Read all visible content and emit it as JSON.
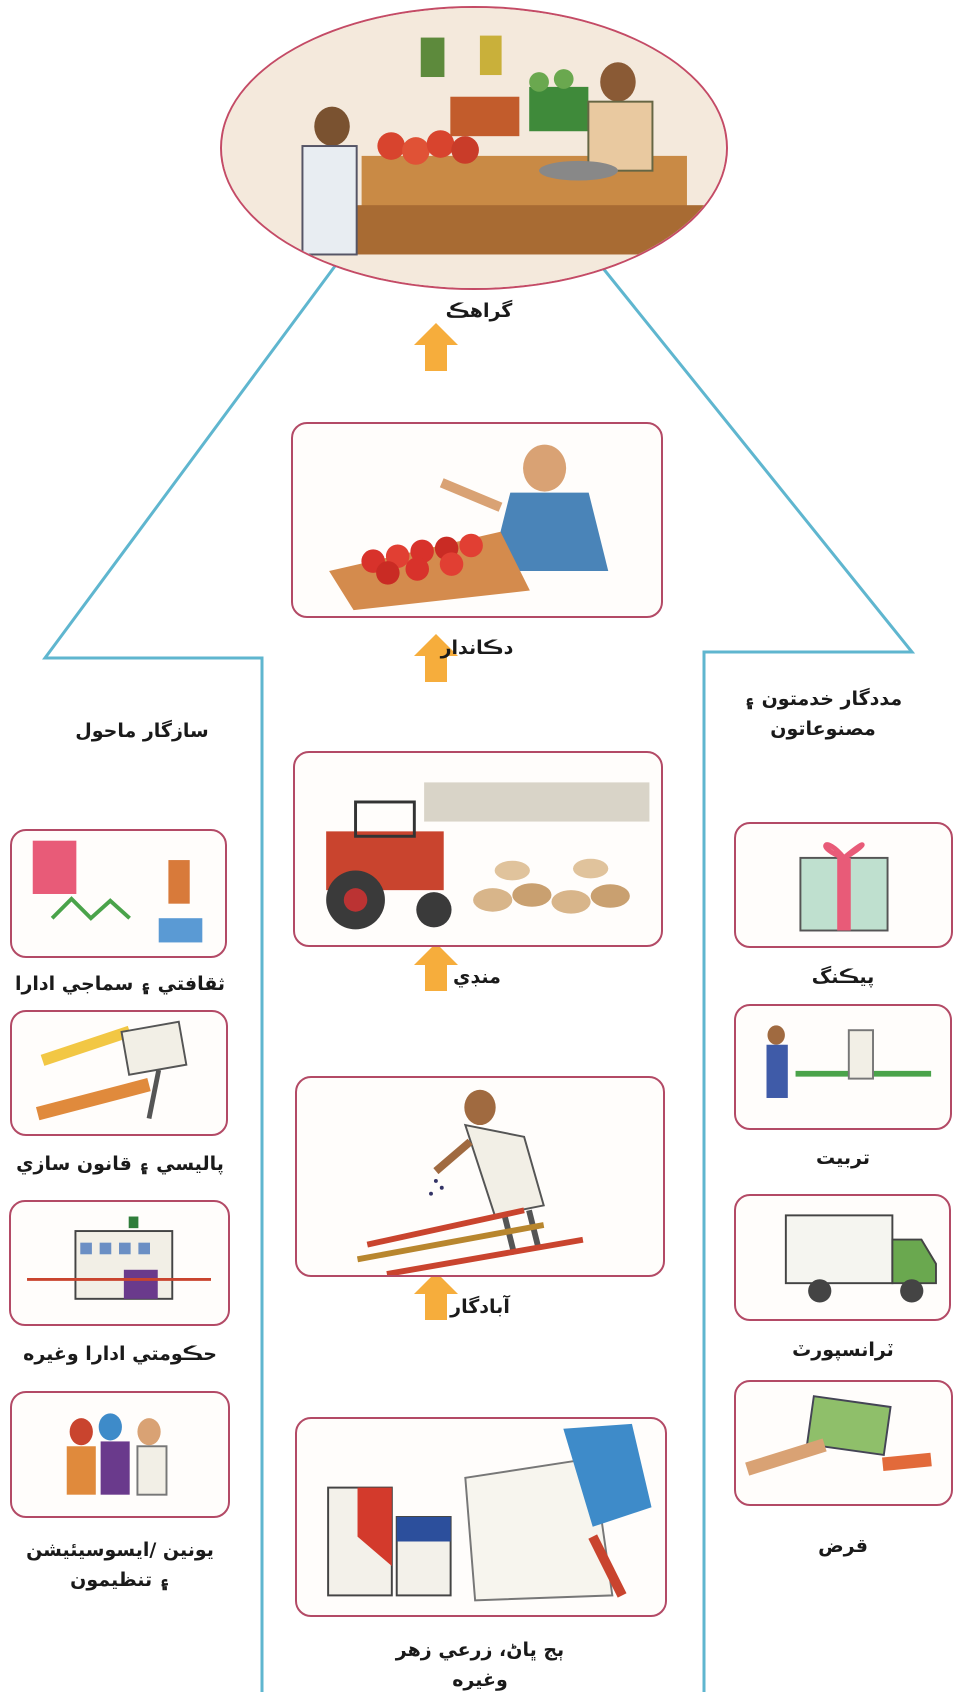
{
  "colors": {
    "frame_line": "#5fb6cf",
    "box_border": "#b34a66",
    "arrow": "#f6ad3c",
    "oval_border": "#c44b66"
  },
  "top": {
    "label": "گراهڪ",
    "image": "market-stall-illustration"
  },
  "center_chain": [
    {
      "label": "دڪاندار",
      "image": "shopkeeper-tomatoes-illustration"
    },
    {
      "label": "منڊي",
      "image": "tractor-market-illustration"
    },
    {
      "label": "آبادگار",
      "image": "farmer-sowing-illustration"
    },
    {
      "label_line1": "ٻج ڀاڻ، زرعي زهر",
      "label_line2": "وغيره",
      "image": "seed-fertilizer-bags-illustration"
    }
  ],
  "left_column": {
    "heading": "سازگار ماحول",
    "items": [
      {
        "label": "ثقافتي ۽ سماجي ادارا",
        "image": "cultural-institutions-illustration"
      },
      {
        "label": "پاليسي ۽ قانون سازي",
        "image": "gavel-illustration"
      },
      {
        "label": "حڪومتي ادارا وغيره",
        "image": "government-building-illustration"
      },
      {
        "label_line1": "يونين /ايسوسيئيشن",
        "label_line2": "۽ تنظيمون",
        "image": "union-meeting-illustration"
      }
    ]
  },
  "right_column": {
    "heading_line1": "مددگار خدمتون ۽",
    "heading_line2": "مصنوعاتون",
    "items": [
      {
        "label": "پيڪنگ",
        "image": "gift-box-illustration"
      },
      {
        "label": "تربيت",
        "image": "training-illustration"
      },
      {
        "label": "ٽرانسپورٽ",
        "image": "truck-illustration"
      },
      {
        "label": "قرض",
        "image": "money-handover-illustration"
      }
    ]
  }
}
